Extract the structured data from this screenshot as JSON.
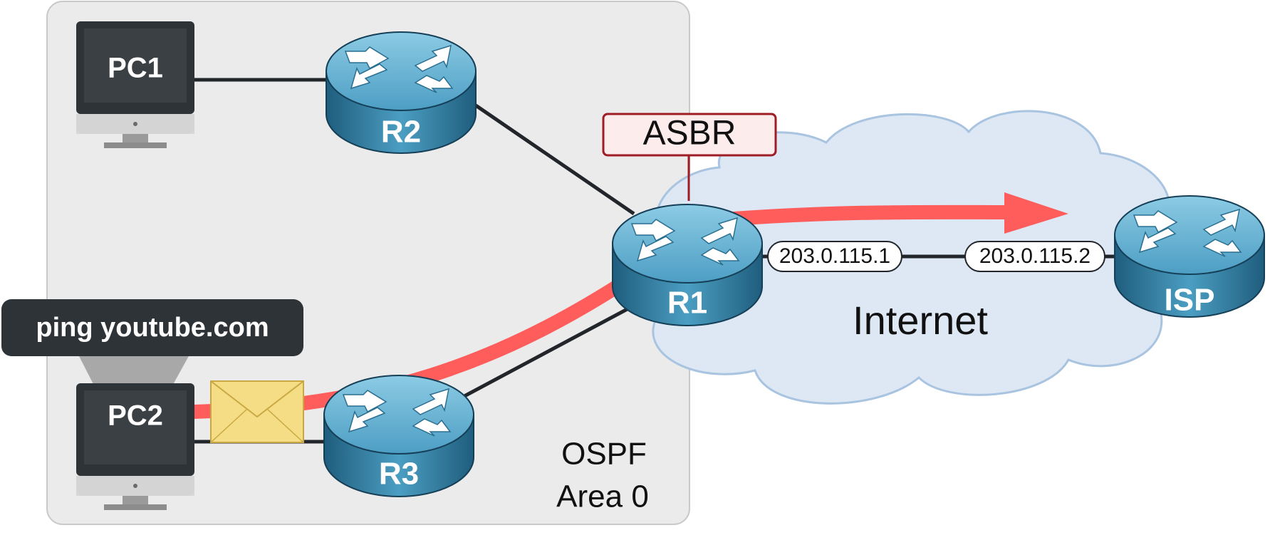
{
  "area": {
    "label_line1": "OSPF",
    "label_line2": "Area 0",
    "fill": "#ebebeb"
  },
  "cloud": {
    "label": "Internet",
    "fill": "#dde8f4",
    "stroke": "#a9c4e0"
  },
  "devices": {
    "pc1": {
      "label": "PC1"
    },
    "pc2": {
      "label": "PC2"
    },
    "r1": {
      "label": "R1"
    },
    "r2": {
      "label": "R2"
    },
    "r3": {
      "label": "R3"
    },
    "isp": {
      "label": "ISP"
    }
  },
  "asbr": {
    "label": "ASBR",
    "border": "#a01c24",
    "fill": "#fdecec"
  },
  "interfaces": {
    "r1_ip": "203.0.115.1",
    "isp_ip": "203.0.115.2"
  },
  "callout": {
    "command": "ping youtube.com"
  },
  "colors": {
    "traffic_path": "#ff5c5c",
    "router_body": "#3f8fb2",
    "router_top": "#6fb4d2",
    "link": "#22262b",
    "envelope": "#f5dd86"
  },
  "icons": {
    "router": "router-icon",
    "pc": "monitor-icon",
    "packet": "envelope-icon"
  }
}
